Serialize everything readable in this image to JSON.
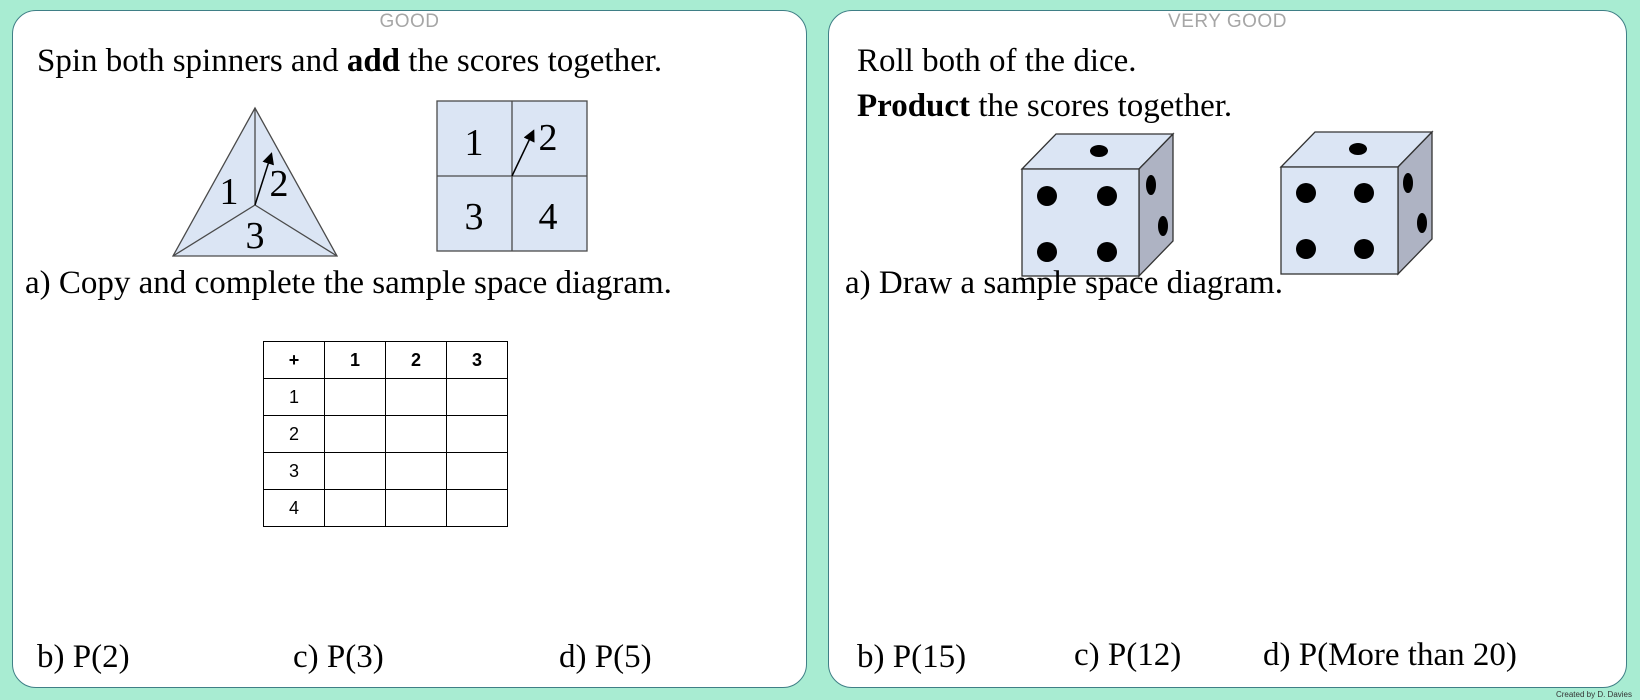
{
  "left": {
    "level": "GOOD",
    "intro_pre": "Spin both spinners and ",
    "intro_bold": "add",
    "intro_post": " the scores together.",
    "triangle_spinner": {
      "labels": [
        "1",
        "2",
        "3"
      ]
    },
    "square_spinner": {
      "labels": [
        "1",
        "2",
        "3",
        "4"
      ]
    },
    "part_a": "a) Copy and complete the sample space diagram.",
    "table": {
      "header": [
        "+",
        "1",
        "2",
        "3"
      ],
      "rows": [
        [
          "1",
          "",
          "",
          ""
        ],
        [
          "2",
          "",
          "",
          ""
        ],
        [
          "3",
          "",
          "",
          ""
        ],
        [
          "4",
          "",
          "",
          ""
        ]
      ]
    },
    "part_b": "b) P(2)",
    "part_c": "c) P(3)",
    "part_d": "d) P(5)"
  },
  "right": {
    "level": "VERY GOOD",
    "line1": "Roll both of the dice.",
    "line2_bold": "Product",
    "line2_post": " the scores together.",
    "dice_front_faces": [
      4,
      4
    ],
    "part_a": "a) Draw a sample space diagram.",
    "part_b": "b) P(15)",
    "part_c": "c) P(12)",
    "part_d": "d) P(More than 20)"
  },
  "credit": "Created by D. Davies",
  "colors": {
    "background": "#a8ecd2",
    "shape_fill": "#dbe5f4",
    "die_side": "#aeb3c3",
    "border": "#3f7f86"
  }
}
